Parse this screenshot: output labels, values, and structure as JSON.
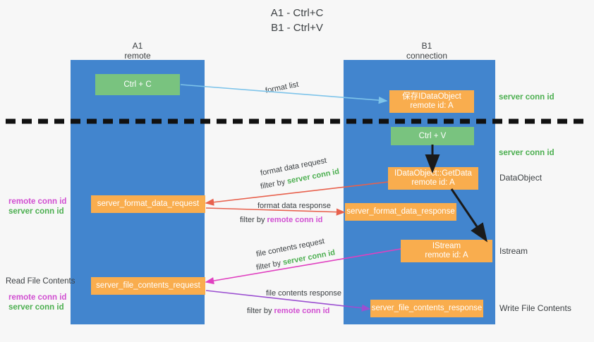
{
  "title": {
    "line1": "A1 - Ctrl+C",
    "line2": "B1 - Ctrl+V"
  },
  "columns": [
    {
      "name": "A1",
      "sub": "remote"
    },
    {
      "name": "B1",
      "sub": "connection"
    }
  ],
  "colors": {
    "lane": "#4285ce",
    "green_node": "#79c37f",
    "orange_node": "#f9ad4e",
    "background": "#f7f7f7",
    "server_conn_id": "#4caf50",
    "remote_conn_id": "#d14fd1",
    "format_list_arrow": "#7ec4ea",
    "format_data_arrow": "#e8614d",
    "file_contents_request_arrow": "#e040c0",
    "file_contents_response_arrow": "#9b4fd1",
    "black": "#1a1a1a"
  },
  "nodes": {
    "ctrl_c": {
      "line1": "Ctrl + C"
    },
    "save_idataobject": {
      "line1": "保存IDataObject",
      "line2": "remote id: A"
    },
    "ctrl_v": {
      "line1": "Ctrl + V"
    },
    "getdata": {
      "line1": "IDataObject::GetData",
      "line2": "remote id: A"
    },
    "server_format_data_request": {
      "line1": "server_format_data_request"
    },
    "server_format_data_response": {
      "line1": "server_format_data_response"
    },
    "istream": {
      "line1": "IStream",
      "line2": "remote id: A"
    },
    "server_file_contents_request": {
      "line1": "server_file_contents_request"
    },
    "server_file_contents_response": {
      "line1": "server_file_contents_response"
    }
  },
  "right_captions": {
    "server_conn_id_1": "server conn id",
    "server_conn_id_2": "server conn id",
    "dataobject": "DataObject",
    "istream": "Istream",
    "write_file_contents": "Write File Contents"
  },
  "left_captions": {
    "remote_conn_id_1": "remote conn id",
    "server_conn_id_1": "server conn id",
    "read_file_contents": "Read File Contents",
    "remote_conn_id_2": "remote conn id",
    "server_conn_id_2": "server conn id"
  },
  "edge_labels": {
    "format_list": "format list",
    "format_data_request": "format data request",
    "format_data_request_filter_prefix": "filter by ",
    "format_data_request_filter_value": "server conn id",
    "format_data_response": "format data response",
    "format_data_response_filter_prefix": "filter by ",
    "format_data_response_filter_value": "remote conn id",
    "file_contents_request": "file contents request",
    "file_contents_request_filter_prefix": "filter by ",
    "file_contents_request_filter_value": "server conn id",
    "file_contents_response": "file contents response",
    "file_contents_response_filter_prefix": "filter by ",
    "file_contents_response_filter_value": "remote conn id"
  }
}
